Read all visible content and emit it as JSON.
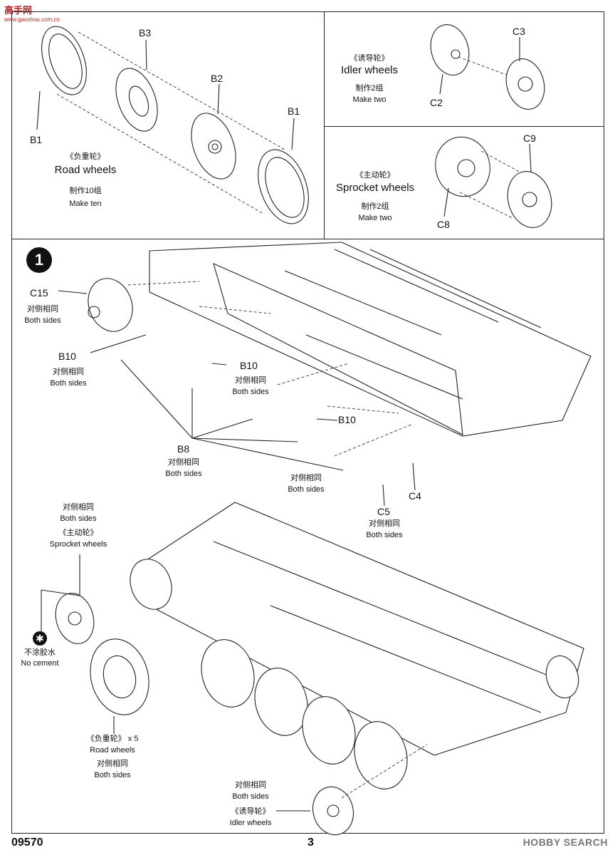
{
  "header": {
    "logo_text": "高手网",
    "logo_url_text": "www.gaoshou.com.cn"
  },
  "road_wheels_panel": {
    "parts": {
      "b3": "B3",
      "b2": "B2",
      "b1_right": "B1",
      "b1_left": "B1"
    },
    "name_cn": "《负重轮》",
    "name_en": "Road wheels",
    "qty_cn": "制作10组",
    "qty_en": "Make ten"
  },
  "idler_panel": {
    "name_cn": "《诱导轮》",
    "name_en": "Idler wheels",
    "qty_cn": "制作2组",
    "qty_en": "Make two",
    "parts": {
      "c2": "C2",
      "c3": "C3"
    }
  },
  "sprocket_panel": {
    "name_cn": "《主动轮》",
    "name_en": "Sprocket wheels",
    "qty_cn": "制作2组",
    "qty_en": "Make two",
    "parts": {
      "c8": "C8",
      "c9": "C9"
    }
  },
  "step1": {
    "number": "1",
    "c15": {
      "part": "C15",
      "cn": "对侧相同",
      "en": "Both sides"
    },
    "b10_left": {
      "part": "B10",
      "cn": "对侧相同",
      "en": "Both sides"
    },
    "b10_mid": {
      "part": "B10",
      "cn": "对侧相同",
      "en": "Both sides"
    },
    "b10_right": {
      "part": "B10"
    },
    "b8": {
      "part": "B8",
      "cn": "对侧相同",
      "en": "Both sides"
    },
    "both_mid": {
      "cn": "对侧相同",
      "en": "Both sides"
    },
    "c4": {
      "part": "C4"
    },
    "c5": {
      "part": "C5",
      "cn": "对侧相同",
      "en": "Both sides"
    },
    "sprocket": {
      "cn": "对侧相同",
      "en": "Both sides",
      "name_cn": "《主动轮》",
      "name_en": "Sprocket wheels"
    },
    "no_cement": {
      "cn": "不涂胶水",
      "en": "No cement"
    },
    "road": {
      "name_cn": "《负重轮》",
      "count": "x 5",
      "name_en": "Road wheels",
      "cn": "对侧相同",
      "en": "Both sides"
    },
    "idler": {
      "cn": "对侧相同",
      "en": "Both sides",
      "name_cn": "《诱导轮》",
      "name_en": "Idler wheels"
    }
  },
  "footer": {
    "product_code": "09570",
    "page_number": "3",
    "watermark": "HOBBY SEARCH"
  },
  "colors": {
    "line": "#222222",
    "logo": "#bb2222",
    "watermark": "#777777"
  }
}
